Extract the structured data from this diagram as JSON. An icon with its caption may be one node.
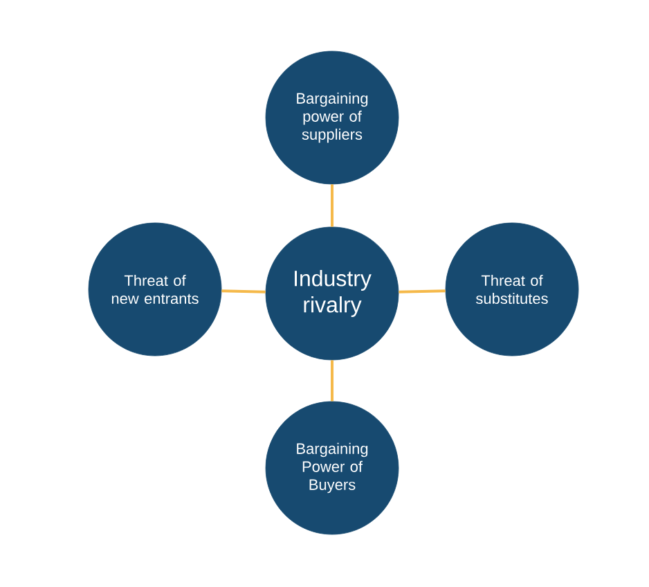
{
  "diagram": {
    "nodes": [
      {
        "text": [
          "Bargaining power of suppliers"
        ]
      },
      {
        "text": [
          "Threat of new entrants"
        ]
      },
      {
        "text": [
          "Industry rivalry"
        ]
      },
      {
        "text": [
          "Threat of substitutes"
        ]
      },
      {
        "text": [
          "Bargaining Power of Buyers"
        ]
      }
    ],
    "edges": [
      {
        "from": 2,
        "to": 0,
        "arrow": "none",
        "color": "#f5b94a"
      },
      {
        "from": 2,
        "to": 1,
        "arrow": "none",
        "color": "#f5b94a"
      },
      {
        "from": 2,
        "to": 3,
        "arrow": "none",
        "color": "#f5b94a"
      },
      {
        "from": 2,
        "to": 4,
        "arrow": "none",
        "color": "#f5b94a"
      }
    ]
  }
}
